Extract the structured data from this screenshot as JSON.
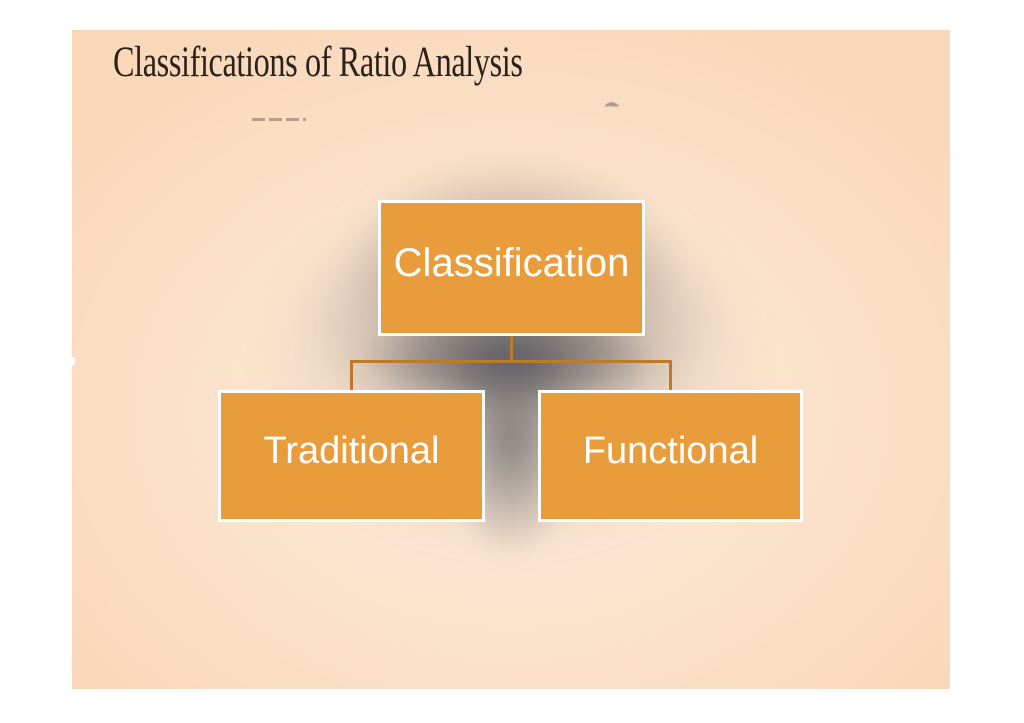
{
  "page": {
    "background": "#FFFFFF"
  },
  "slide": {
    "title": "Classifications of Ratio Analysis",
    "diagram": {
      "type": "hierarchy",
      "root": {
        "label": "Classification"
      },
      "children": [
        {
          "label": "Traditional"
        },
        {
          "label": "Functional"
        }
      ]
    },
    "colors": {
      "slide_bg_center": "#FDECDC",
      "slide_bg_edge": "#F9D8BA",
      "title_text": "#2B221B",
      "box_fill": "#E89C3C",
      "box_border": "#FFFFFF",
      "box_text": "#FFFFFF",
      "connector": "#BE7A28",
      "shadow_cloud": "#8A8A8E"
    }
  }
}
